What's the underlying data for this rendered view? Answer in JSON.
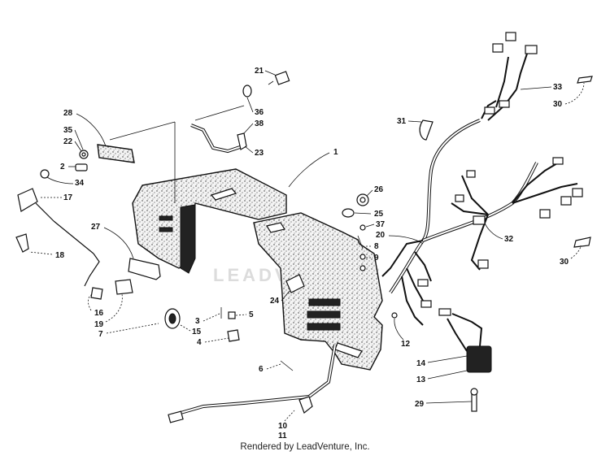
{
  "footer": {
    "credit": "Rendered by LeadVenture, Inc."
  },
  "watermark": {
    "text": "LEADVENTURE"
  },
  "callouts": {
    "c1": "1",
    "c2": "2",
    "c3": "3",
    "c4": "4",
    "c5": "5",
    "c6": "6",
    "c7": "7",
    "c8": "8",
    "c9": "9",
    "c10": "10",
    "c11": "11",
    "c12": "12",
    "c13": "13",
    "c14": "14",
    "c15": "15",
    "c16": "16",
    "c17": "17",
    "c18": "18",
    "c19": "19",
    "c20": "20",
    "c21": "21",
    "c22": "22",
    "c23": "23",
    "c24": "24",
    "c25": "25",
    "c26": "26",
    "c27": "27",
    "c28": "28",
    "c29": "29",
    "c30a": "30",
    "c30b": "30",
    "c31": "31",
    "c32": "32",
    "c33": "33",
    "c34": "34",
    "c35": "35",
    "c36": "36",
    "c37": "37",
    "c38": "38"
  }
}
